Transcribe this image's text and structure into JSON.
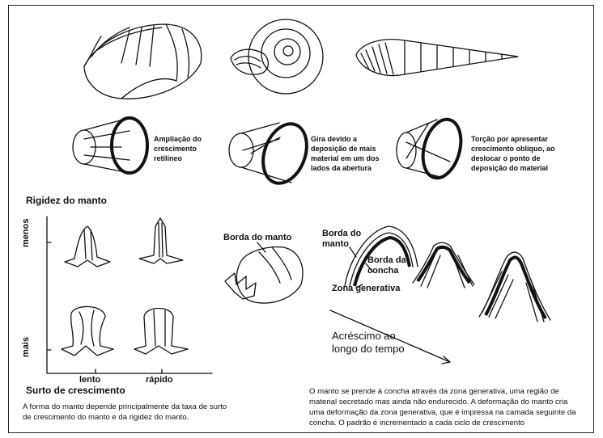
{
  "growth_modes": [
    {
      "caption_lines": [
        "Ampliação do",
        "crescimento",
        "retilíneo"
      ],
      "icon": "cylinder-straight"
    },
    {
      "caption_lines": [
        "Gira devido a",
        "deposição de mais",
        "material em um dos",
        "lados da abertura"
      ],
      "icon": "cylinder-rotating"
    },
    {
      "caption_lines": [
        "Torção por apresentar",
        "crescimento oblíquo, ao",
        "deslocar o ponto de",
        "deposição do material"
      ],
      "icon": "cylinder-twisted"
    }
  ],
  "morphospace": {
    "y_title": "Rigidez do manto",
    "y_ticks": [
      "menos",
      "mais"
    ],
    "x_ticks": [
      "lento",
      "rápido"
    ],
    "x_title": "Surto de crescimento",
    "caption_lines": [
      "A forma do manto depende principalmente da taxa de surto",
      "de crescimento do manto e da rigidez do manto."
    ]
  },
  "shell_label": "Borda do manto",
  "generative": {
    "label_mantle_lines": [
      "Borda do",
      "manto"
    ],
    "label_shell_lines": [
      "Borda da",
      "concha"
    ],
    "label_zone": "Zona generativa",
    "arrow_label_lines": [
      "Acréscimo ao",
      "longo do tempo"
    ],
    "caption_lines": [
      "O manto se prende à concha através da zona generativa, uma região de",
      "material secretado mas ainda não endurecido. A deformação do manto cria",
      "uma deformação da zona generativa, que é impressa na camada seguinte da",
      "concha. O padrão é incrementado a cada ciclo de crescimento"
    ]
  }
}
